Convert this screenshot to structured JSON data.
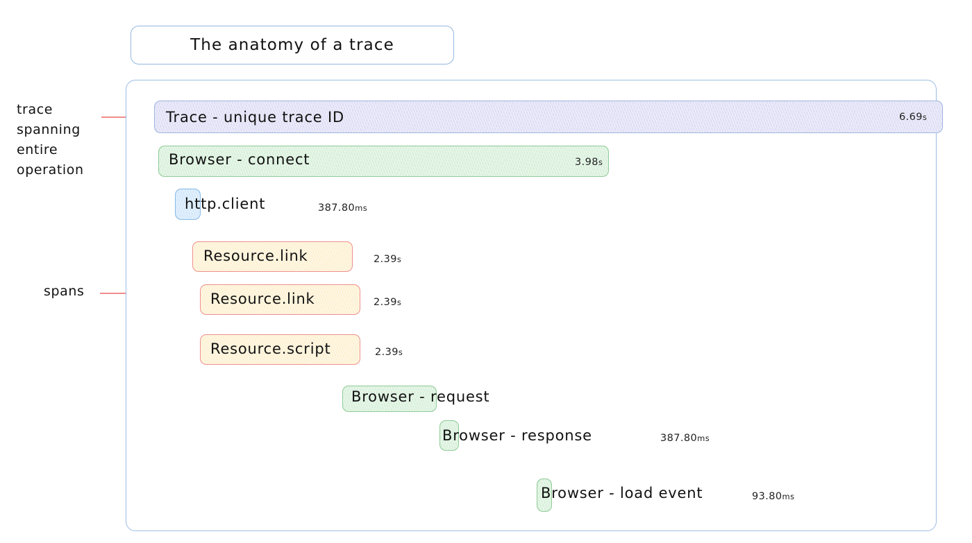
{
  "title": {
    "text": "The anatomy of a trace"
  },
  "annotations": {
    "trace": "trace\nspanning\nentire\noperation",
    "spans": "spans"
  },
  "colors": {
    "container_border": "#9dbde4",
    "title_border": "#93b7e0",
    "leader_red": "#ef8a8a",
    "trace_fill": "#dcdcf5",
    "trace_border": "#9fb6de",
    "browser_fill": "#d5efd8",
    "browser_border": "#8fcb97",
    "http_fill": "#cfe6fa",
    "http_border": "#86b9e6",
    "resource_fill": "#fdf0cf",
    "resource_border": "#ef8f8f"
  },
  "spans": [
    {
      "id": "trace",
      "label": "Trace - unique trace ID",
      "duration": "6.69s",
      "duration_value": 6.69,
      "duration_unit": "s",
      "color": "purple"
    },
    {
      "id": "connect",
      "label": "Browser - connect",
      "duration": "3.98s",
      "duration_value": 3.98,
      "duration_unit": "s",
      "color": "green"
    },
    {
      "id": "httpclient",
      "label": "http.client",
      "duration": "387.80ms",
      "duration_value": 387.8,
      "duration_unit": "ms",
      "color": "blue"
    },
    {
      "id": "resource1",
      "label": "Resource.link",
      "duration": "2.39s",
      "duration_value": 2.39,
      "duration_unit": "s",
      "color": "orange"
    },
    {
      "id": "resource2",
      "label": "Resource.link",
      "duration": "2.39s",
      "duration_value": 2.39,
      "duration_unit": "s",
      "color": "orange"
    },
    {
      "id": "resource3",
      "label": "Resource.script",
      "duration": "2.39s",
      "duration_value": 2.39,
      "duration_unit": "s",
      "color": "orange"
    },
    {
      "id": "request",
      "label": "Browser - request",
      "duration": "",
      "duration_value": null,
      "duration_unit": "",
      "color": "green"
    },
    {
      "id": "response",
      "label": "Browser - response",
      "duration": "387.80ms",
      "duration_value": 387.8,
      "duration_unit": "ms",
      "color": "green"
    },
    {
      "id": "loadevent",
      "label": "Browser - load event",
      "duration": "93.80ms",
      "duration_value": 93.8,
      "duration_unit": "ms",
      "color": "green"
    }
  ]
}
